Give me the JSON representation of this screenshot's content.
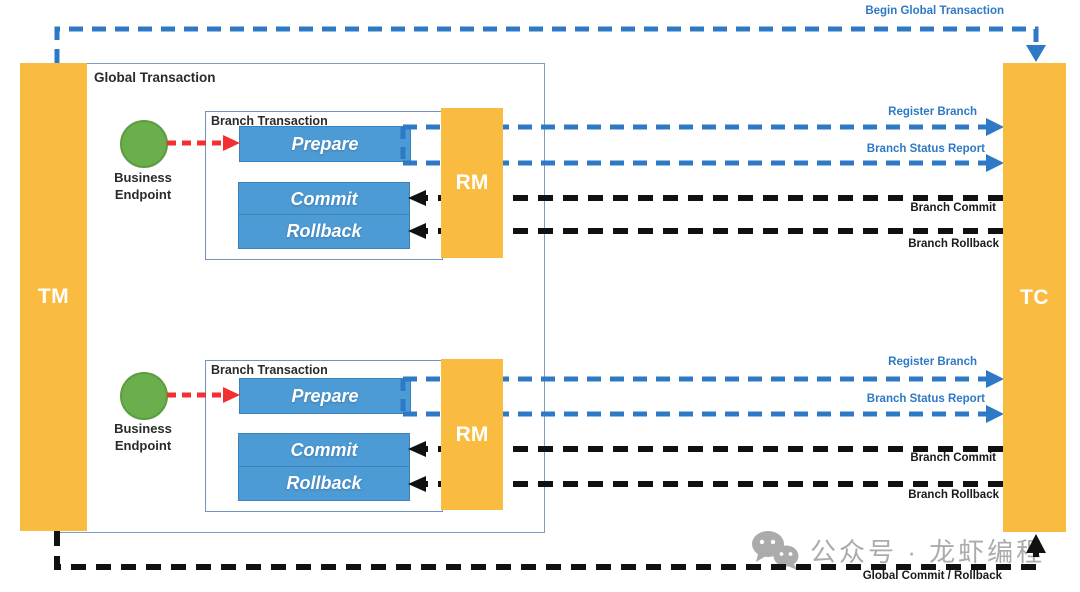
{
  "bars": {
    "tm_label": "TM",
    "tc_label": "TC"
  },
  "global_transaction": {
    "title": "Global Transaction"
  },
  "branches": [
    {
      "title": "Branch Transaction",
      "endpoint_line1": "Business",
      "endpoint_line2": "Endpoint",
      "prepare_label": "Prepare",
      "commit_label": "Commit",
      "rollback_label": "Rollback",
      "rm_label": "RM",
      "register_label": "Register Branch",
      "status_label": "Branch Status Report",
      "commit_arrow_label": "Branch Commit",
      "rollback_arrow_label": "Branch Rollback"
    },
    {
      "title": "Branch Transaction",
      "endpoint_line1": "Business",
      "endpoint_line2": "Endpoint",
      "prepare_label": "Prepare",
      "commit_label": "Commit",
      "rollback_label": "Rollback",
      "rm_label": "RM",
      "register_label": "Register Branch",
      "status_label": "Branch Status Report",
      "commit_arrow_label": "Branch Commit",
      "rollback_arrow_label": "Branch Rollback"
    }
  ],
  "top_arrow": {
    "label": "Begin Global Transaction"
  },
  "bottom_arrow": {
    "label": "Global Commit / Rollback"
  },
  "watermark": {
    "text": "公众号 · 龙虾编程"
  },
  "colors": {
    "actor_yellow": "#F9BC40",
    "op_blue": "#4D9BD5",
    "endpoint_green": "#6AAE4D",
    "arrow_blue": "#2E79C5",
    "arrow_black": "#111111",
    "arrow_red": "#F23030",
    "watermark_gray": "#ABABAB"
  }
}
